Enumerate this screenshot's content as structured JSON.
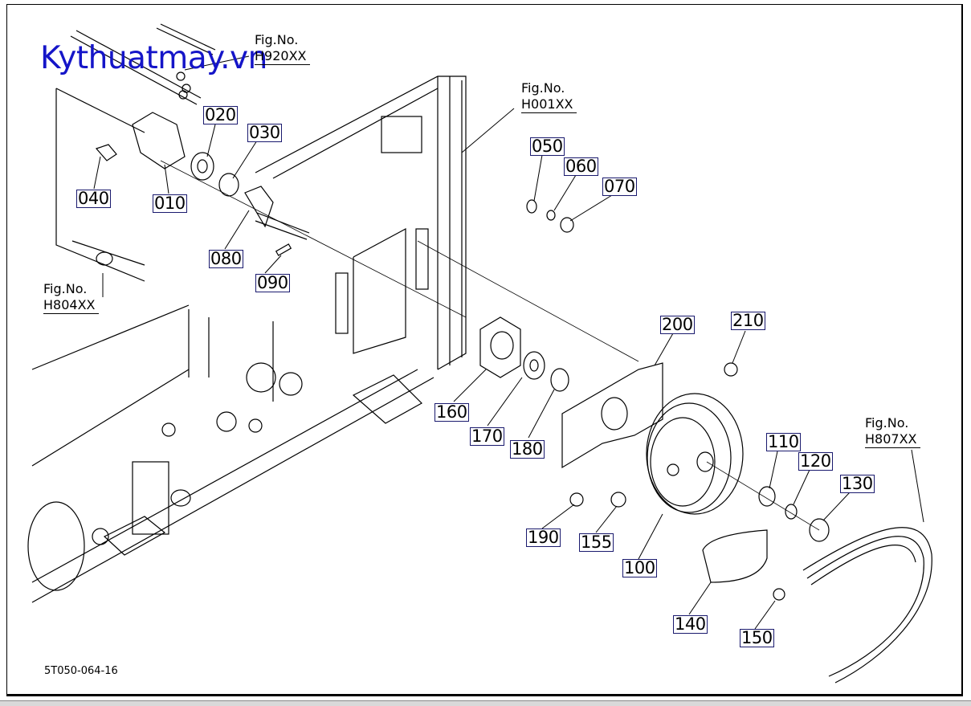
{
  "watermark": "Kythuatmay.vn",
  "drawing_code": "5T050-064-16",
  "fig_refs": [
    {
      "label": "Fig.No.",
      "code": "H920XX"
    },
    {
      "label": "Fig.No.",
      "code": "H001XX"
    },
    {
      "label": "Fig.No.",
      "code": "H804XX"
    },
    {
      "label": "Fig.No.",
      "code": "H807XX"
    }
  ],
  "parts": [
    "010",
    "020",
    "030",
    "040",
    "050",
    "060",
    "070",
    "080",
    "090",
    "100",
    "110",
    "120",
    "130",
    "140",
    "150",
    "155",
    "160",
    "170",
    "180",
    "190",
    "200",
    "210"
  ],
  "colors": {
    "label_border": "#1a1a6e",
    "watermark": "#1515c8"
  }
}
